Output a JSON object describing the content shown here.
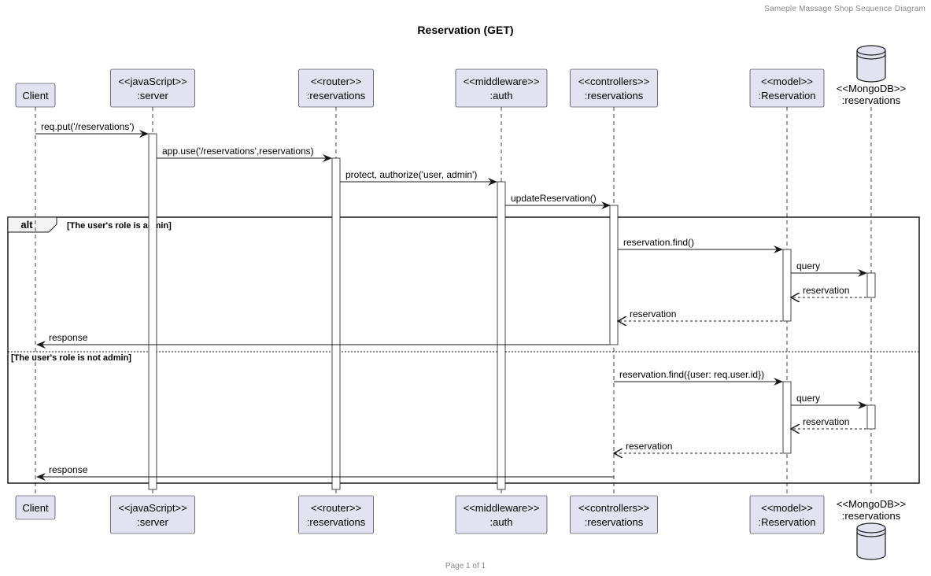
{
  "header": {
    "text": "Sameple Massage Shop Sequence Diagram"
  },
  "title": "Reservation (GET)",
  "footer": "Page 1 of 1",
  "participants": [
    {
      "id": "client",
      "stereotype": "",
      "name": "Client",
      "kind": "box"
    },
    {
      "id": "server",
      "stereotype": "<<javaScript>>",
      "name": ":server",
      "kind": "box"
    },
    {
      "id": "router",
      "stereotype": "<<router>>",
      "name": ":reservations",
      "kind": "box"
    },
    {
      "id": "auth",
      "stereotype": "<<middleware>>",
      "name": ":auth",
      "kind": "box"
    },
    {
      "id": "controller",
      "stereotype": "<<controllers>>",
      "name": ":reservations",
      "kind": "box"
    },
    {
      "id": "model",
      "stereotype": "<<model>>",
      "name": ":Reservation",
      "kind": "box"
    },
    {
      "id": "db",
      "stereotype": "<<MongoDB>>",
      "name": ":reservations",
      "kind": "database"
    }
  ],
  "messages": [
    {
      "from": "client",
      "to": "server",
      "label": "req.put('/reservations')",
      "style": "solid"
    },
    {
      "from": "server",
      "to": "router",
      "label": "app.use('/reservations',reservations)",
      "style": "solid"
    },
    {
      "from": "router",
      "to": "auth",
      "label": "protect, authorize('user, admin')",
      "style": "solid"
    },
    {
      "from": "auth",
      "to": "controller",
      "label": "updateReservation()",
      "style": "solid"
    },
    {
      "from": "controller",
      "to": "model",
      "label": "reservation.find()",
      "style": "solid"
    },
    {
      "from": "model",
      "to": "db",
      "label": "query",
      "style": "solid"
    },
    {
      "from": "db",
      "to": "model",
      "label": "reservation",
      "style": "dashed"
    },
    {
      "from": "model",
      "to": "controller",
      "label": "reservation",
      "style": "dashed"
    },
    {
      "from": "controller",
      "to": "client",
      "label": "response",
      "style": "solid"
    },
    {
      "from": "controller",
      "to": "model",
      "label": "reservation.find({user: req.user.id})",
      "style": "solid"
    },
    {
      "from": "model",
      "to": "db",
      "label": "query",
      "style": "solid"
    },
    {
      "from": "db",
      "to": "model",
      "label": "reservation",
      "style": "dashed"
    },
    {
      "from": "model",
      "to": "controller",
      "label": "reservation",
      "style": "dashed"
    },
    {
      "from": "controller",
      "to": "client",
      "label": "response",
      "style": "solid"
    }
  ],
  "fragment": {
    "keyword": "alt",
    "guards": [
      "[The user's role is admin]",
      "[The user's role is not admin]"
    ]
  },
  "colors": {
    "participant_fill": "#e2e2f0",
    "participant_border": "#181818",
    "lifeline": "#181818",
    "activation_fill": "#ffffff",
    "text": "#000000",
    "header_text": "#888888"
  }
}
